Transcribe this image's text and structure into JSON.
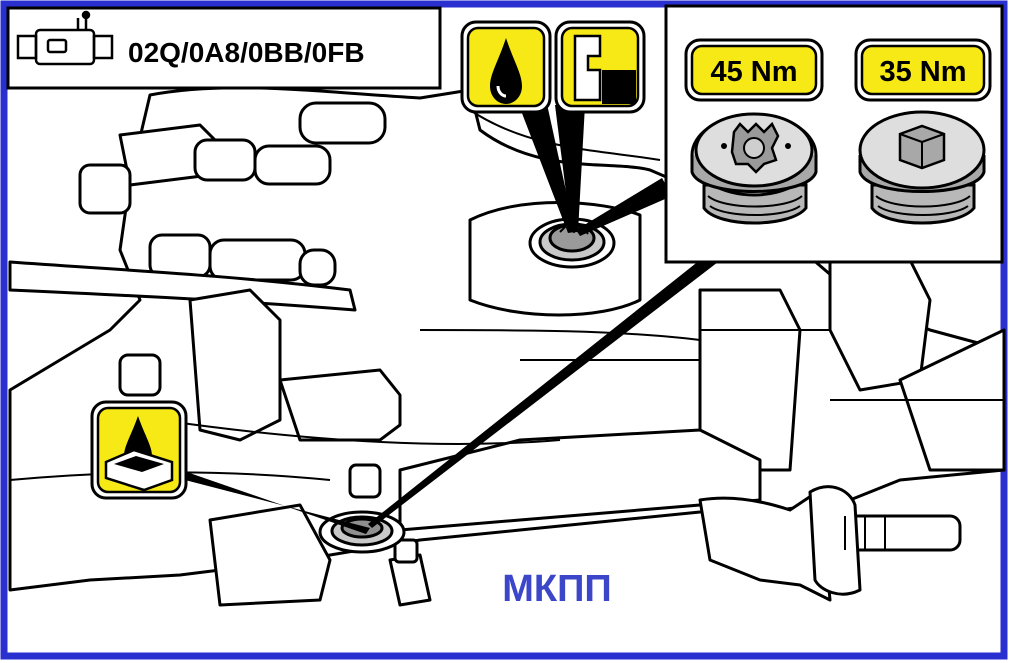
{
  "header": {
    "gearbox_codes": "02Q/0A8/0BB/0FB"
  },
  "torque": {
    "left_value": "45 Nm",
    "right_value": "35 Nm"
  },
  "caption": "МКПП",
  "colors": {
    "frame_blue": "#2a2fd0",
    "badge_yellow": "#f7e915",
    "caption_blue": "#3b46c9",
    "line": "#000000"
  },
  "icons": [
    "gearbox-icon",
    "oil-drop-icon",
    "filler-plug-level-icon",
    "drain-pan-icon",
    "splined-plug-icon",
    "hex-plug-icon"
  ]
}
